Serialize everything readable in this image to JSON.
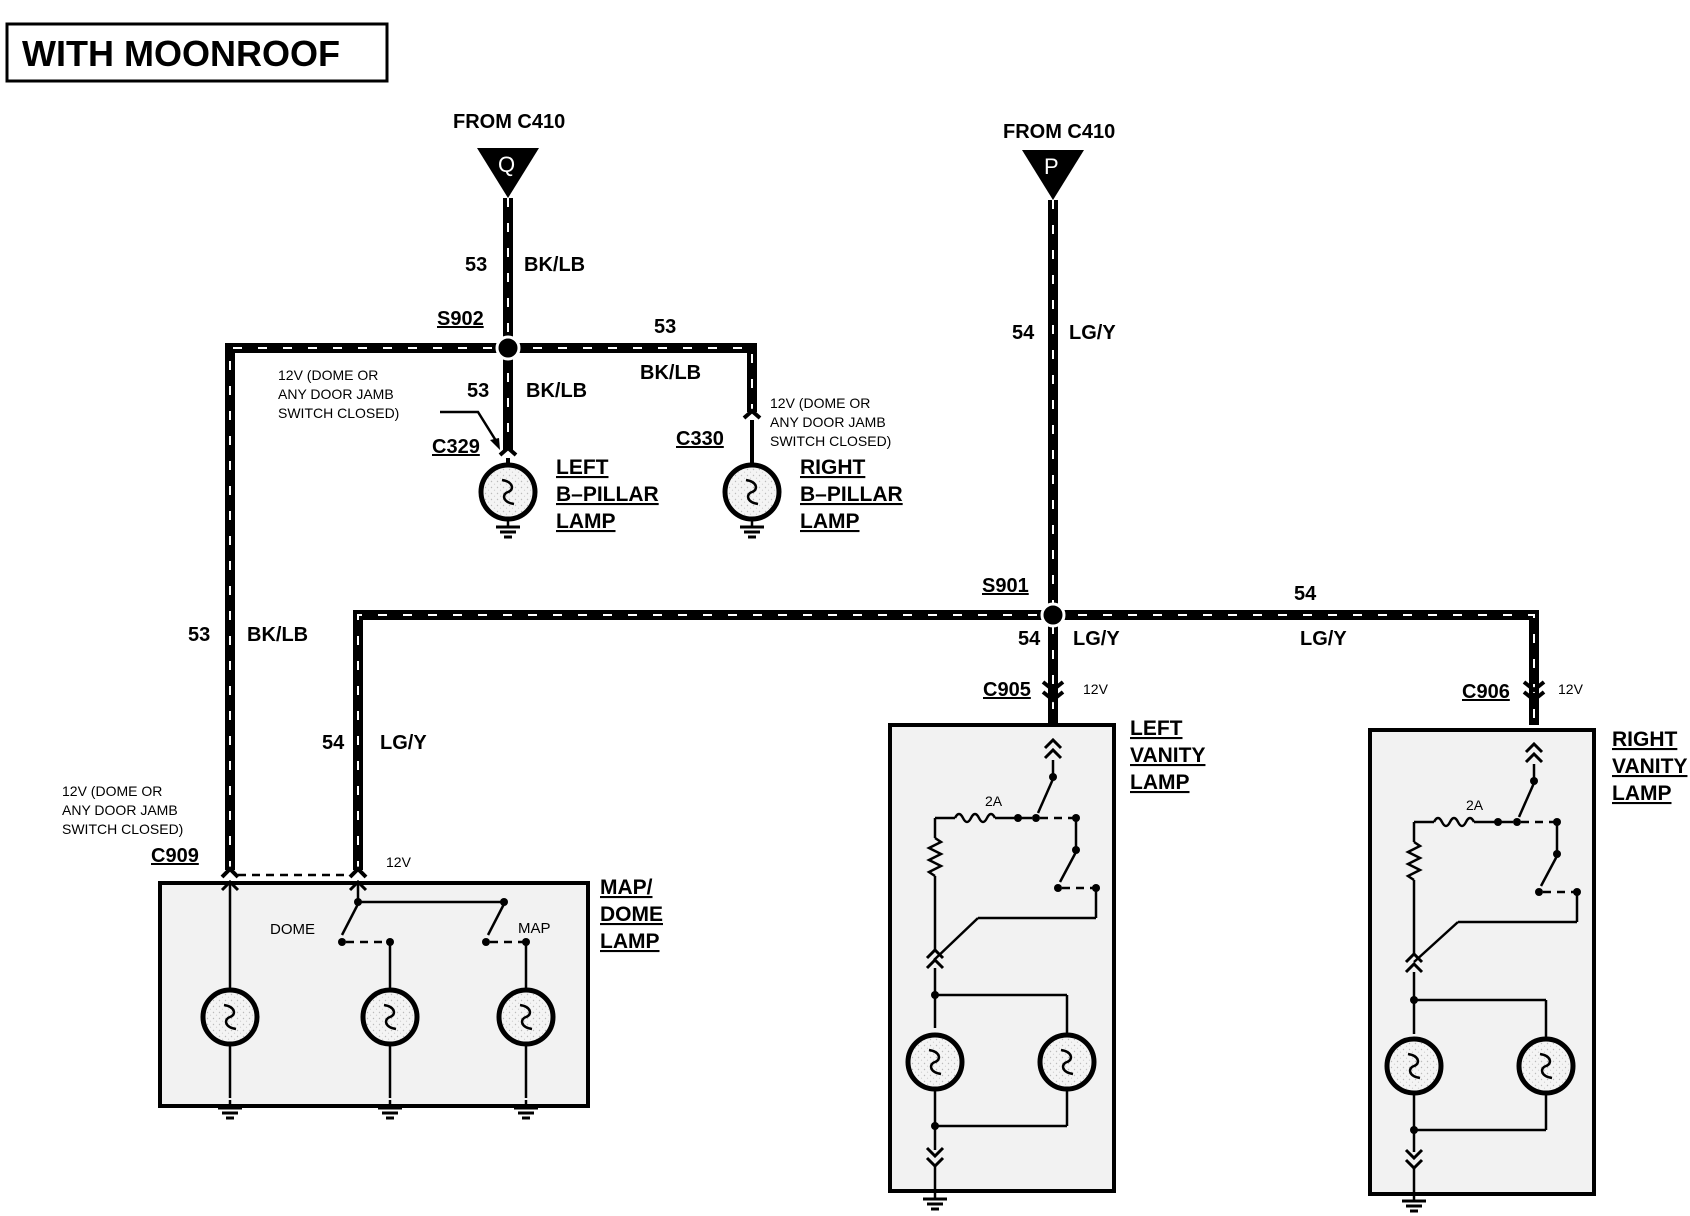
{
  "header": {
    "title": "WITH MOONROOF"
  },
  "feeds": [
    {
      "from": "FROM C410",
      "pin": "Q"
    },
    {
      "from": "FROM C410",
      "pin": "P"
    }
  ],
  "splices": [
    "S902",
    "S901"
  ],
  "connectors": [
    "C329",
    "C330",
    "C909",
    "C905",
    "C906"
  ],
  "wires": {
    "c53": "53",
    "c54": "54",
    "bklb": "BK/LB",
    "lgy": "LG/Y"
  },
  "notes": {
    "jamb_line1": "12V (DOME OR",
    "jamb_line2": "ANY DOOR  JAMB",
    "jamb_line3": "SWITCH   CLOSED)",
    "v12": "12V",
    "fuse": "2A",
    "dome": "DOME",
    "map": "MAP"
  },
  "components": {
    "left_bpillar": [
      "LEFT",
      "B–PILLAR",
      "LAMP"
    ],
    "right_bpillar": [
      "RIGHT",
      "B–PILLAR",
      "LAMP"
    ],
    "map_dome": [
      "MAP/",
      "DOME",
      "LAMP"
    ],
    "left_vanity": [
      "LEFT",
      "VANITY",
      "LAMP"
    ],
    "right_vanity": [
      "RIGHT",
      "VANITY",
      "LAMP"
    ]
  }
}
